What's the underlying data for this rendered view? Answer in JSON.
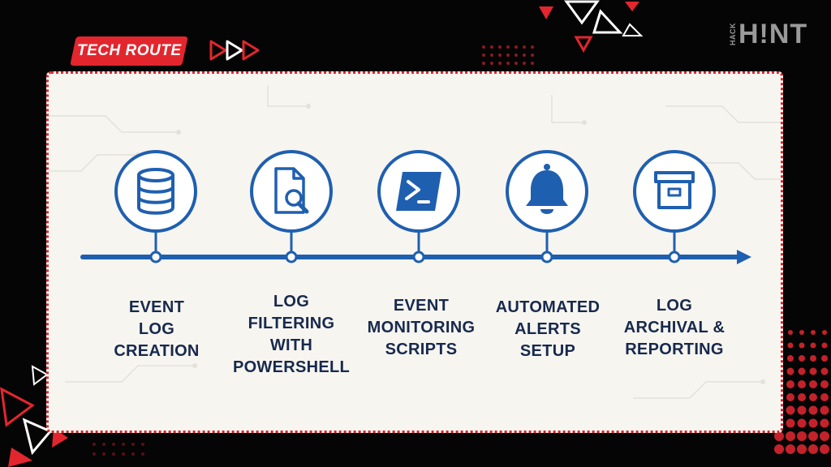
{
  "header": {
    "badge_label": "TECH ROUTE",
    "logo_small": "HACK",
    "logo_main": "H!NT"
  },
  "colors": {
    "accent_red": "#e3262d",
    "timeline_blue": "#1f5fb0",
    "label_navy": "#17294d",
    "panel_bg": "#f7f5f0"
  },
  "steps": [
    {
      "label": "EVENT LOG CREATION",
      "icon": "database-icon"
    },
    {
      "label": "LOG FILTERING WITH POWERSHELL",
      "icon": "document-search-icon"
    },
    {
      "label": "EVENT MONITORING SCRIPTS",
      "icon": "powershell-icon"
    },
    {
      "label": "AUTOMATED ALERTS SETUP",
      "icon": "bell-icon"
    },
    {
      "label": "LOG ARCHIVAL & REPORTING",
      "icon": "archive-box-icon"
    }
  ]
}
